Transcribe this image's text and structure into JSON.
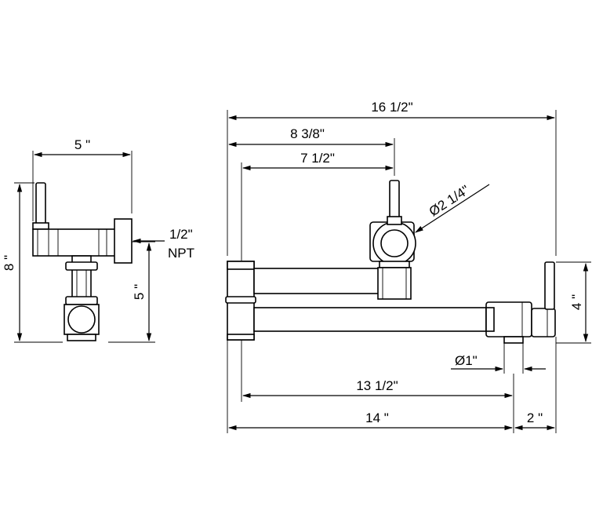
{
  "dimensions": {
    "side_width": "5 \"",
    "side_height": "8 \"",
    "side_outlet_height": "5 \"",
    "thread_size": "1/2\"",
    "thread_type": "NPT",
    "total_width": "16 1/2\"",
    "upper_arm": "8  3/8\"",
    "upper_arm_inner": "7  1/2\"",
    "joint_diameter": "Ø2  1/4\"",
    "tube_diameter": "Ø1\"",
    "lower_arm": "13  1/2\"",
    "base_to_spout": "14 \"",
    "mount_depth": "2 \"",
    "front_height": "4 \""
  }
}
